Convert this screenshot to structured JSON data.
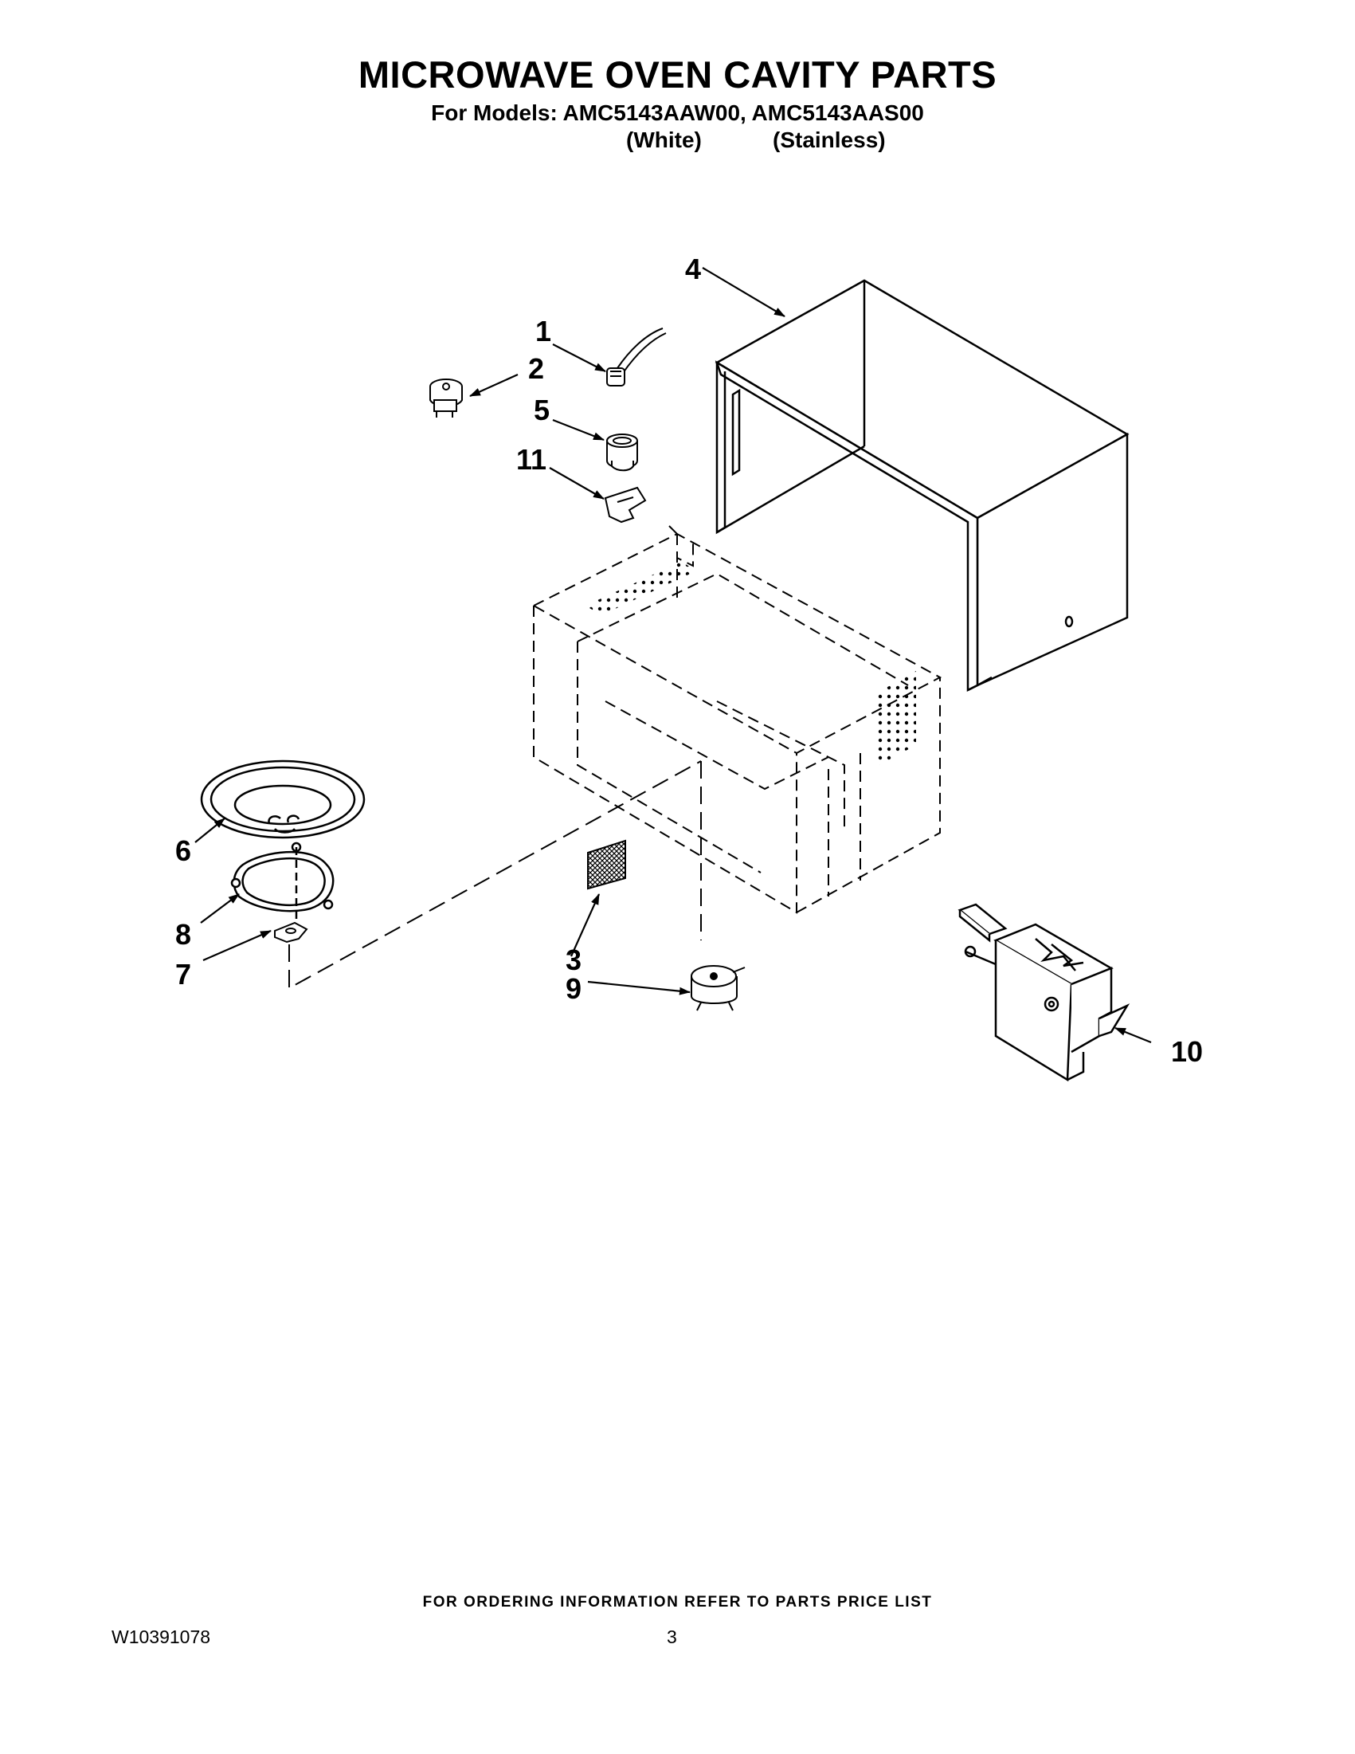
{
  "header": {
    "title": "MICROWAVE OVEN CAVITY PARTS",
    "models_line": "For Models: AMC5143AAW00, AMC5143AAS00",
    "variant_white": "(White)",
    "variant_stainless": "(Stainless)"
  },
  "callouts": {
    "c1": "1",
    "c2": "2",
    "c3": "3",
    "c4": "4",
    "c5": "5",
    "c6": "6",
    "c7": "7",
    "c8": "8",
    "c9": "9",
    "c10": "10",
    "c11": "11"
  },
  "footer": {
    "ordering_note": "FOR ORDERING INFORMATION REFER TO PARTS PRICE LIST",
    "document_number": "W10391078",
    "page_number": "3"
  }
}
